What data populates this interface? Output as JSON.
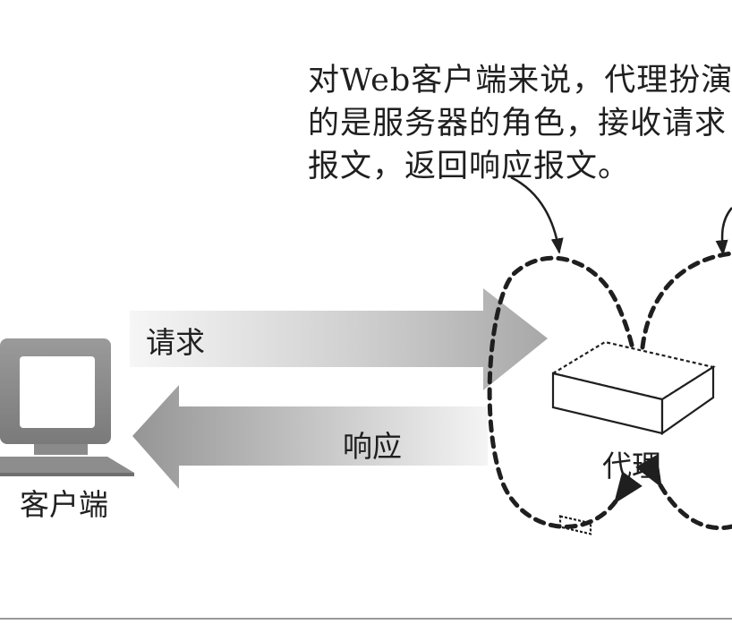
{
  "caption": {
    "line1": "对Web客户端来说，代理扮演",
    "line2": "的是服务器的角色，接收请求",
    "line3": "报文，返回响应报文。"
  },
  "labels": {
    "request": "请求",
    "response": "响应",
    "client": "客户端",
    "proxy": "代理"
  },
  "colors": {
    "ink": "#1f1f1f",
    "arrow_light": "#f3f3f3",
    "arrow_dark": "#9a9a9a",
    "computer": "#8a8a8a"
  },
  "icons": {
    "client": "computer-icon",
    "proxy": "proxy-box-icon"
  }
}
